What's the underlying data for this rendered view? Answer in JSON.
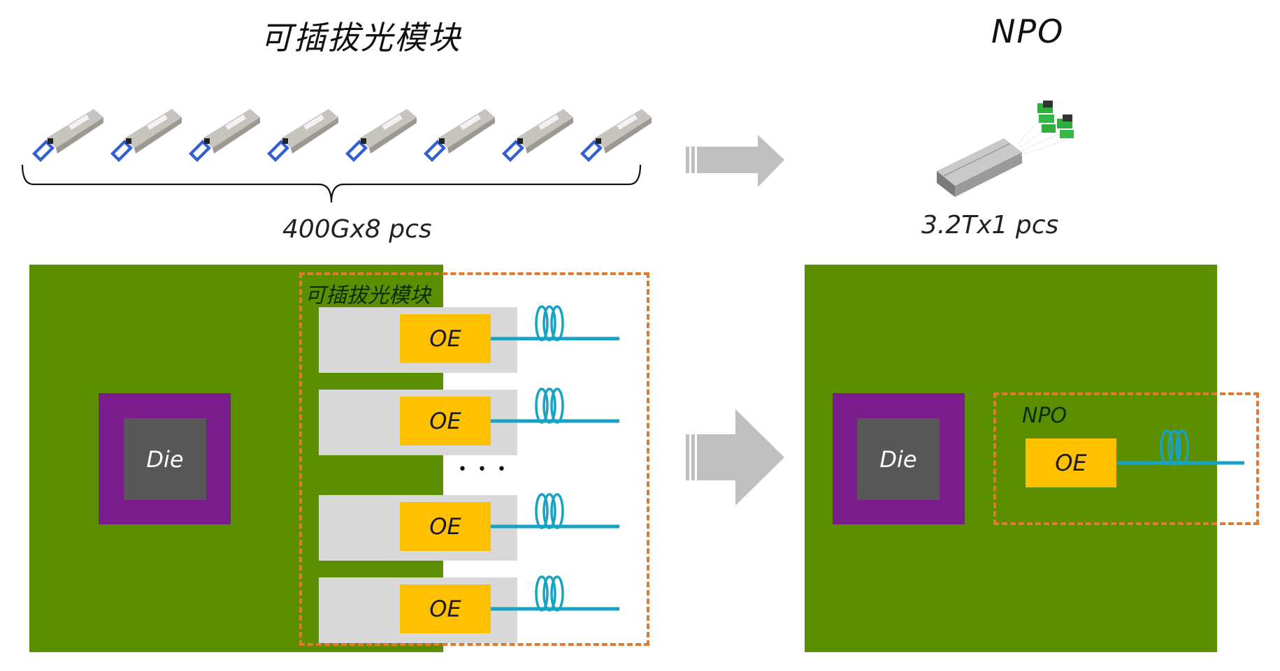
{
  "left": {
    "title": "可插拔光模块",
    "caption": "400Gx8 pcs",
    "module_count": 8,
    "board_label": "可插拔光模块",
    "die_label": "Die",
    "oe_labels": [
      "OE",
      "OE",
      "OE",
      "OE"
    ],
    "ellipsis": "• • •"
  },
  "right": {
    "title": "NPO",
    "caption": "3.2Tx1 pcs",
    "box_label": "NPO",
    "die_label": "Die",
    "oe_label": "OE"
  },
  "colors": {
    "board": "#5b8f00",
    "package": "#7a1c8c",
    "die": "#575757",
    "module": "#d9d9d9",
    "oe": "#ffc000",
    "fiber": "#16a3c4",
    "dashed_outline": "#e07a32",
    "arrow": "#bfbfbf",
    "module_latch": "#2f5fd0"
  }
}
